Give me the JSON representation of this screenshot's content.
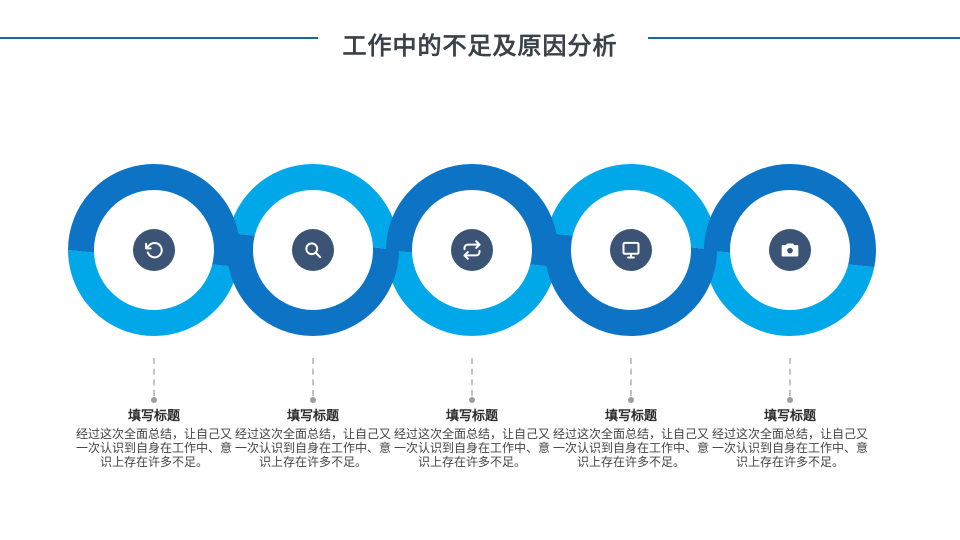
{
  "header": {
    "title": "工作中的不足及原因分析"
  },
  "theme": {
    "accent_dark_blue": "#0d73c5",
    "accent_light_blue": "#00a8ea",
    "hub_navy": "#3b5476",
    "line_color": "#1b6a96",
    "title_color": "#3a4149",
    "caption_title_color": "#2e2e2e",
    "caption_body_color": "#454545",
    "connector_color": "#c4c4c4",
    "connector_dot_color": "#9d9d9d"
  },
  "items": [
    {
      "icon": "undo-icon",
      "title": "填写标题",
      "body": "经过这次全面总结，让自己又一次认识到自身在工作中、意识上存在许多不足。"
    },
    {
      "icon": "search-icon",
      "title": "填写标题",
      "body": "经过这次全面总结，让自己又一次认识到自身在工作中、意识上存在许多不足。"
    },
    {
      "icon": "repeat-icon",
      "title": "填写标题",
      "body": "经过这次全面总结，让自己又一次认识到自身在工作中、意识上存在许多不足。"
    },
    {
      "icon": "monitor-icon",
      "title": "填写标题",
      "body": "经过这次全面总结，让自己又一次认识到自身在工作中、意识上存在许多不足。"
    },
    {
      "icon": "camera-icon",
      "title": "填写标题",
      "body": "经过这次全面总结，让自己又一次认识到自身在工作中、意识上存在许多不足。"
    }
  ]
}
